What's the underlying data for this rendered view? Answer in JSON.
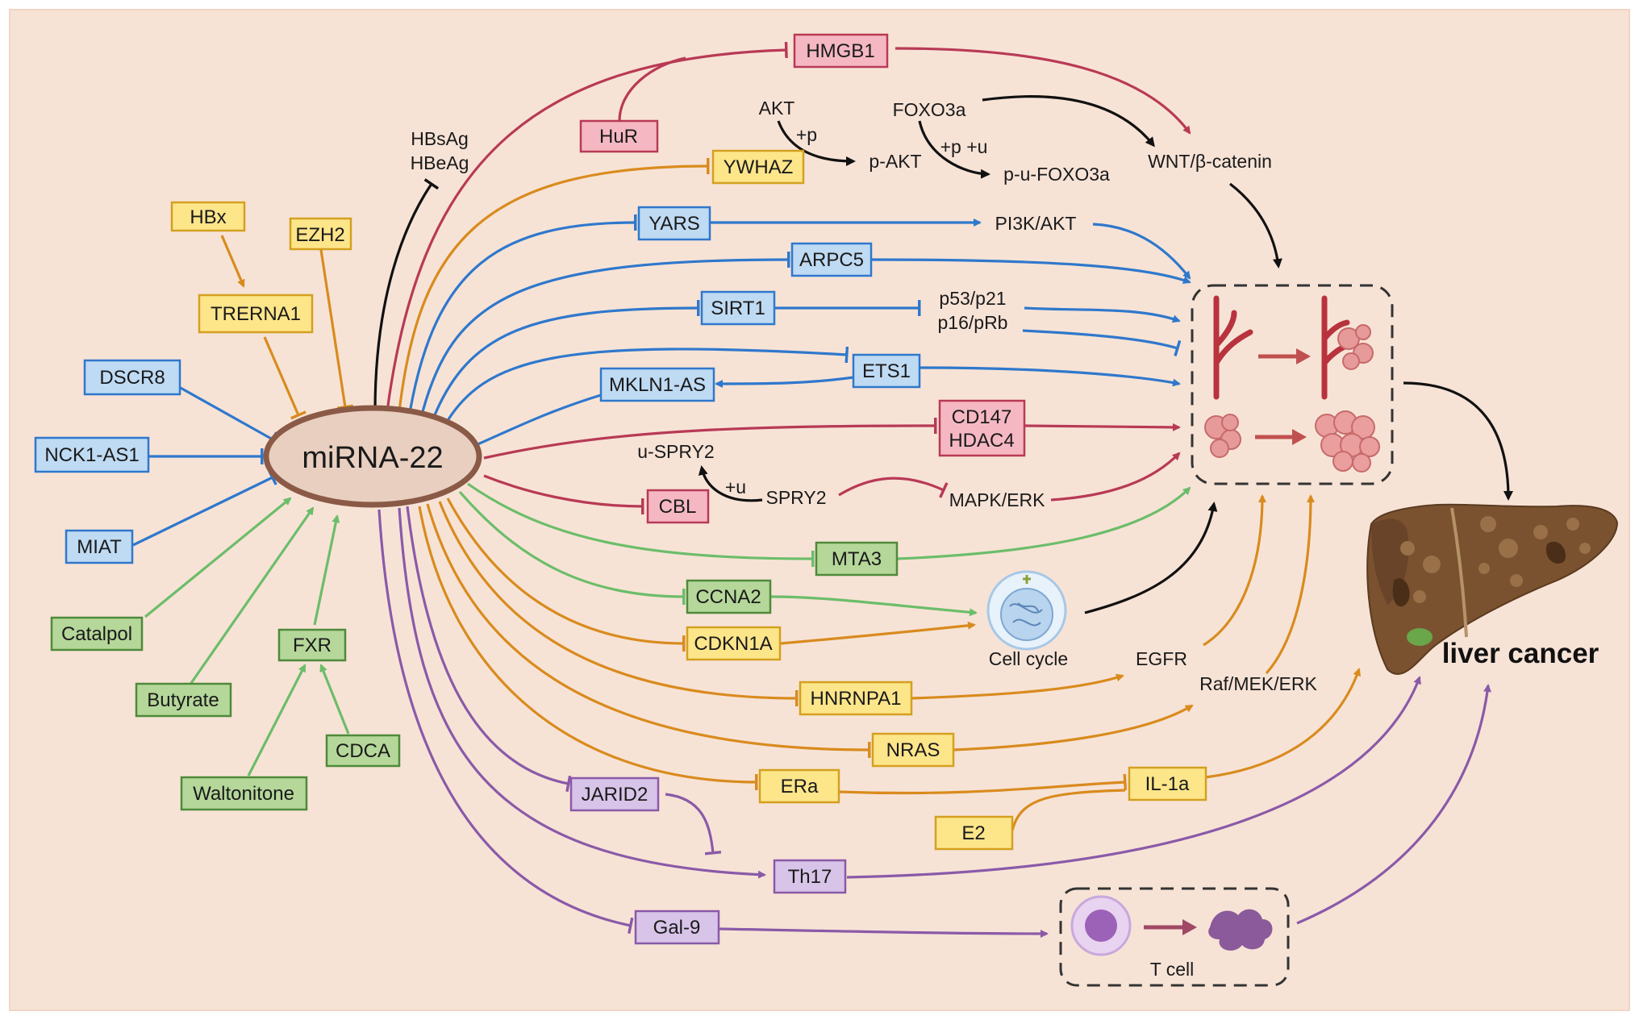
{
  "colors": {
    "background": "#f7e3d6",
    "blue": "#2f78cc",
    "green": "#6cbd6a",
    "orange": "#d98b1e",
    "red": "#b83a55",
    "purple": "#8a5aa8",
    "black": "#111111",
    "box_blue": "#bfdaf3",
    "box_green": "#b5d79a",
    "box_yellow": "#fde58a",
    "box_pink": "#f5b8c3",
    "box_purple": "#d8c4e8",
    "center_fill": "#e8cfc0",
    "center_border": "#8a5a47"
  },
  "center": {
    "label": "miRNA-22"
  },
  "title": "liver cancer",
  "upstream": {
    "hbx": "HBx",
    "trerna1": "TRERNA1",
    "ezh2": "EZH2",
    "dscr8": "DSCR8",
    "nck1as1": "NCK1-AS1",
    "miat": "MIAT",
    "catalpol": "Catalpol",
    "butyrate": "Butyrate",
    "fxr": "FXR",
    "waltonitone": "Waltonitone",
    "cdca": "CDCA"
  },
  "hbv": {
    "line1": "HBsAg",
    "line2": "HBeAg"
  },
  "targets": {
    "hmgb1": "HMGB1",
    "hur": "HuR",
    "ywhaz": "YWHAZ",
    "yars": "YARS",
    "arpc5": "ARPC5",
    "sirt1": "SIRT1",
    "ets1": "ETS1",
    "mkln1as": "MKLN1-AS",
    "cd147": "CD147",
    "hdac4": "HDAC4",
    "cbl": "CBL",
    "mta3": "MTA3",
    "ccna2": "CCNA2",
    "cdkn1a": "CDKN1A",
    "hnrnpa1": "HNRNPA1",
    "nras": "NRAS",
    "era": "ERa",
    "il1a": "IL-1a",
    "e2": "E2",
    "jarid2": "JARID2",
    "th17": "Th17",
    "gal9": "Gal-9"
  },
  "labels": {
    "akt": "AKT",
    "p_akt": "p-AKT",
    "plus_p": "+p",
    "foxo3a": "FOXO3a",
    "plus_p_u": "+p +u",
    "p_u_foxo3a": "p-u-FOXO3a",
    "wnt": "WNT/β-catenin",
    "pi3k": "PI3K/AKT",
    "p53": "p53/p21",
    "p16": "p16/pRb",
    "u_spry2": "u-SPRY2",
    "plus_u": "+u",
    "spry2": "SPRY2",
    "mapk": "MAPK/ERK",
    "cell_cycle": "Cell cycle",
    "egfr": "EGFR",
    "raf": "Raf/MEK/ERK",
    "t_cell": "T cell"
  },
  "icons": {
    "angiogenesis": "blood-vessel-sprouting-icon",
    "proliferation": "cell-cluster-growth-icon",
    "cell_cycle": "cell-nucleus-icon",
    "liver": "liver-organ-icon",
    "t_cell": "t-cell-exhaustion-icon"
  }
}
